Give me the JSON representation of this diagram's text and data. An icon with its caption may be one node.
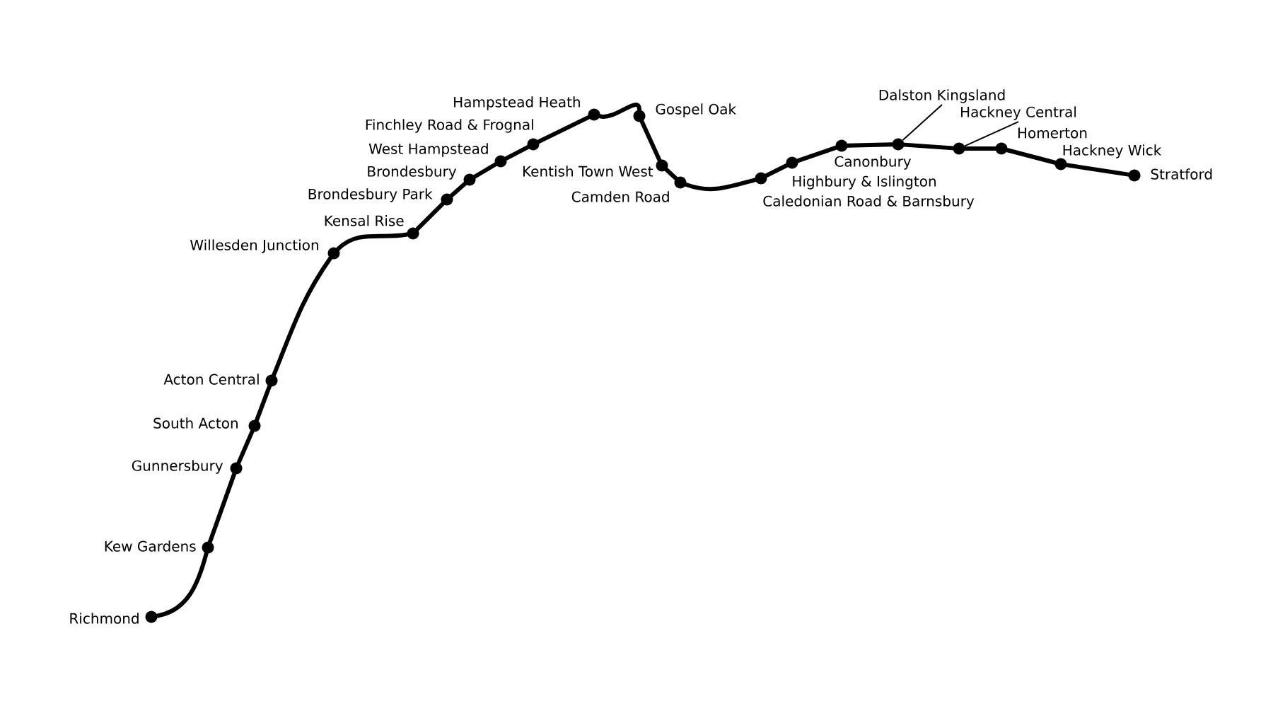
{
  "diagram": {
    "nodes": [
      {
        "text": [],
        "shape": "circle",
        "beside": [
          "Richmond"
        ]
      },
      {
        "text": [],
        "shape": "circle",
        "beside": [
          "Kew Gardens"
        ]
      },
      {
        "text": [],
        "shape": "circle",
        "beside": [
          "Gunnersbury"
        ]
      },
      {
        "text": [],
        "shape": "circle",
        "beside": [
          "South Acton"
        ]
      },
      {
        "text": [],
        "shape": "circle",
        "beside": [
          "Acton Central"
        ]
      },
      {
        "text": [],
        "shape": "circle",
        "beside": [
          "Willesden Junction"
        ]
      },
      {
        "text": [],
        "shape": "circle",
        "beside": [
          "Kensal Rise"
        ]
      },
      {
        "text": [],
        "shape": "circle",
        "beside": [
          "Brondesbury Park"
        ]
      },
      {
        "text": [],
        "shape": "circle",
        "beside": [
          "Brondesbury"
        ]
      },
      {
        "text": [],
        "shape": "circle",
        "beside": [
          "West Hampstead"
        ]
      },
      {
        "text": [],
        "shape": "circle",
        "beside": [
          "Finchley Road & Frognal"
        ]
      },
      {
        "text": [],
        "shape": "circle",
        "beside": [
          "Hampstead Heath"
        ]
      },
      {
        "text": [],
        "shape": "circle",
        "beside": [
          "Gospel Oak"
        ]
      },
      {
        "text": [],
        "shape": "circle",
        "beside": [
          "Kentish Town West"
        ]
      },
      {
        "text": [],
        "shape": "circle",
        "beside": [
          "Camden Road"
        ]
      },
      {
        "text": [],
        "shape": "circle",
        "beside": [
          "Caledonian Road & Barnsbury"
        ]
      },
      {
        "text": [],
        "shape": "circle",
        "beside": [
          "Highbury & Islington"
        ]
      },
      {
        "text": [],
        "shape": "circle",
        "beside": [
          "Canonbury"
        ]
      },
      {
        "text": [],
        "shape": "circle"
      },
      {
        "text": [],
        "shape": "circle"
      },
      {
        "text": [],
        "shape": "circle",
        "beside": [
          "Homerton"
        ]
      },
      {
        "text": [],
        "shape": "circle",
        "beside": [
          "Hackney Wick"
        ]
      },
      {
        "text": [],
        "shape": "circle",
        "beside": [
          "Stratford"
        ]
      },
      {
        "text": [
          "Dalston Kingsland"
        ]
      },
      {
        "text": [
          "Hackney Central"
        ]
      }
    ],
    "edges": [
      {
        "from": 0,
        "to": 1,
        "arrow": "none"
      },
      {
        "from": 1,
        "to": 2,
        "arrow": "none"
      },
      {
        "from": 2,
        "to": 3,
        "arrow": "none"
      },
      {
        "from": 3,
        "to": 4,
        "arrow": "none"
      },
      {
        "from": 4,
        "to": 5,
        "arrow": "none"
      },
      {
        "from": 5,
        "to": 6,
        "arrow": "none"
      },
      {
        "from": 6,
        "to": 7,
        "arrow": "none"
      },
      {
        "from": 7,
        "to": 8,
        "arrow": "none"
      },
      {
        "from": 8,
        "to": 9,
        "arrow": "none"
      },
      {
        "from": 9,
        "to": 10,
        "arrow": "none"
      },
      {
        "from": 10,
        "to": 11,
        "arrow": "none"
      },
      {
        "from": 11,
        "to": 12,
        "arrow": "none"
      },
      {
        "from": 12,
        "to": 13,
        "arrow": "none"
      },
      {
        "from": 13,
        "to": 14,
        "arrow": "none"
      },
      {
        "from": 14,
        "to": 15,
        "arrow": "none"
      },
      {
        "from": 15,
        "to": 16,
        "arrow": "none"
      },
      {
        "from": 16,
        "to": 17,
        "arrow": "none"
      },
      {
        "from": 17,
        "to": 18,
        "arrow": "none"
      },
      {
        "from": 18,
        "to": 19,
        "arrow": "none"
      },
      {
        "from": 19,
        "to": 20,
        "arrow": "none"
      },
      {
        "from": 20,
        "to": 21,
        "arrow": "none"
      },
      {
        "from": 21,
        "to": 22,
        "arrow": "none"
      },
      {
        "from": 23,
        "to": 18,
        "arrow": "none"
      },
      {
        "from": 24,
        "to": 19,
        "arrow": "none"
      }
    ]
  }
}
